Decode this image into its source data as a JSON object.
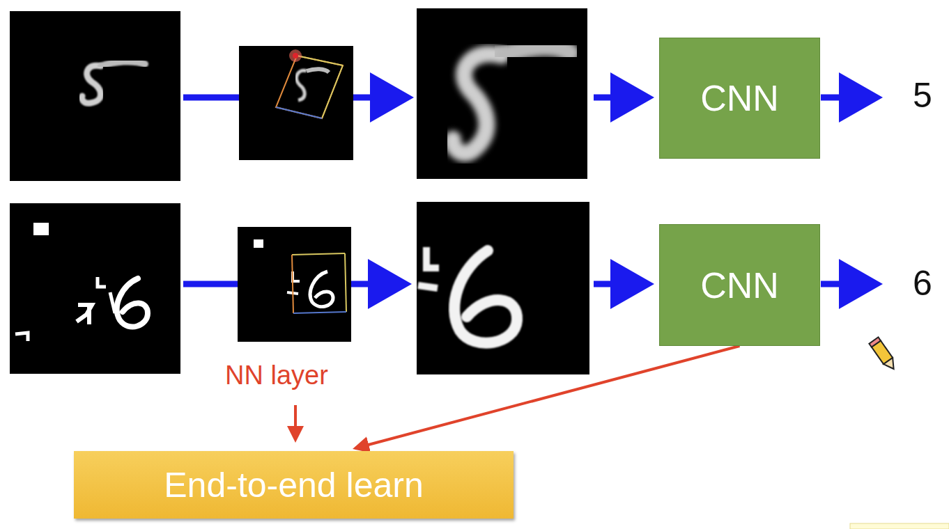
{
  "diagram": {
    "nodes": [
      {
        "text": [
          "CNN"
        ]
      },
      {
        "text": [
          "CNN"
        ]
      },
      {
        "text": [
          "End-to-end learn"
        ]
      }
    ],
    "edges": [
      {
        "from": 1,
        "to": 2,
        "arrow": "to"
      }
    ],
    "labels": [
      "5",
      "6",
      "NN layer"
    ]
  }
}
